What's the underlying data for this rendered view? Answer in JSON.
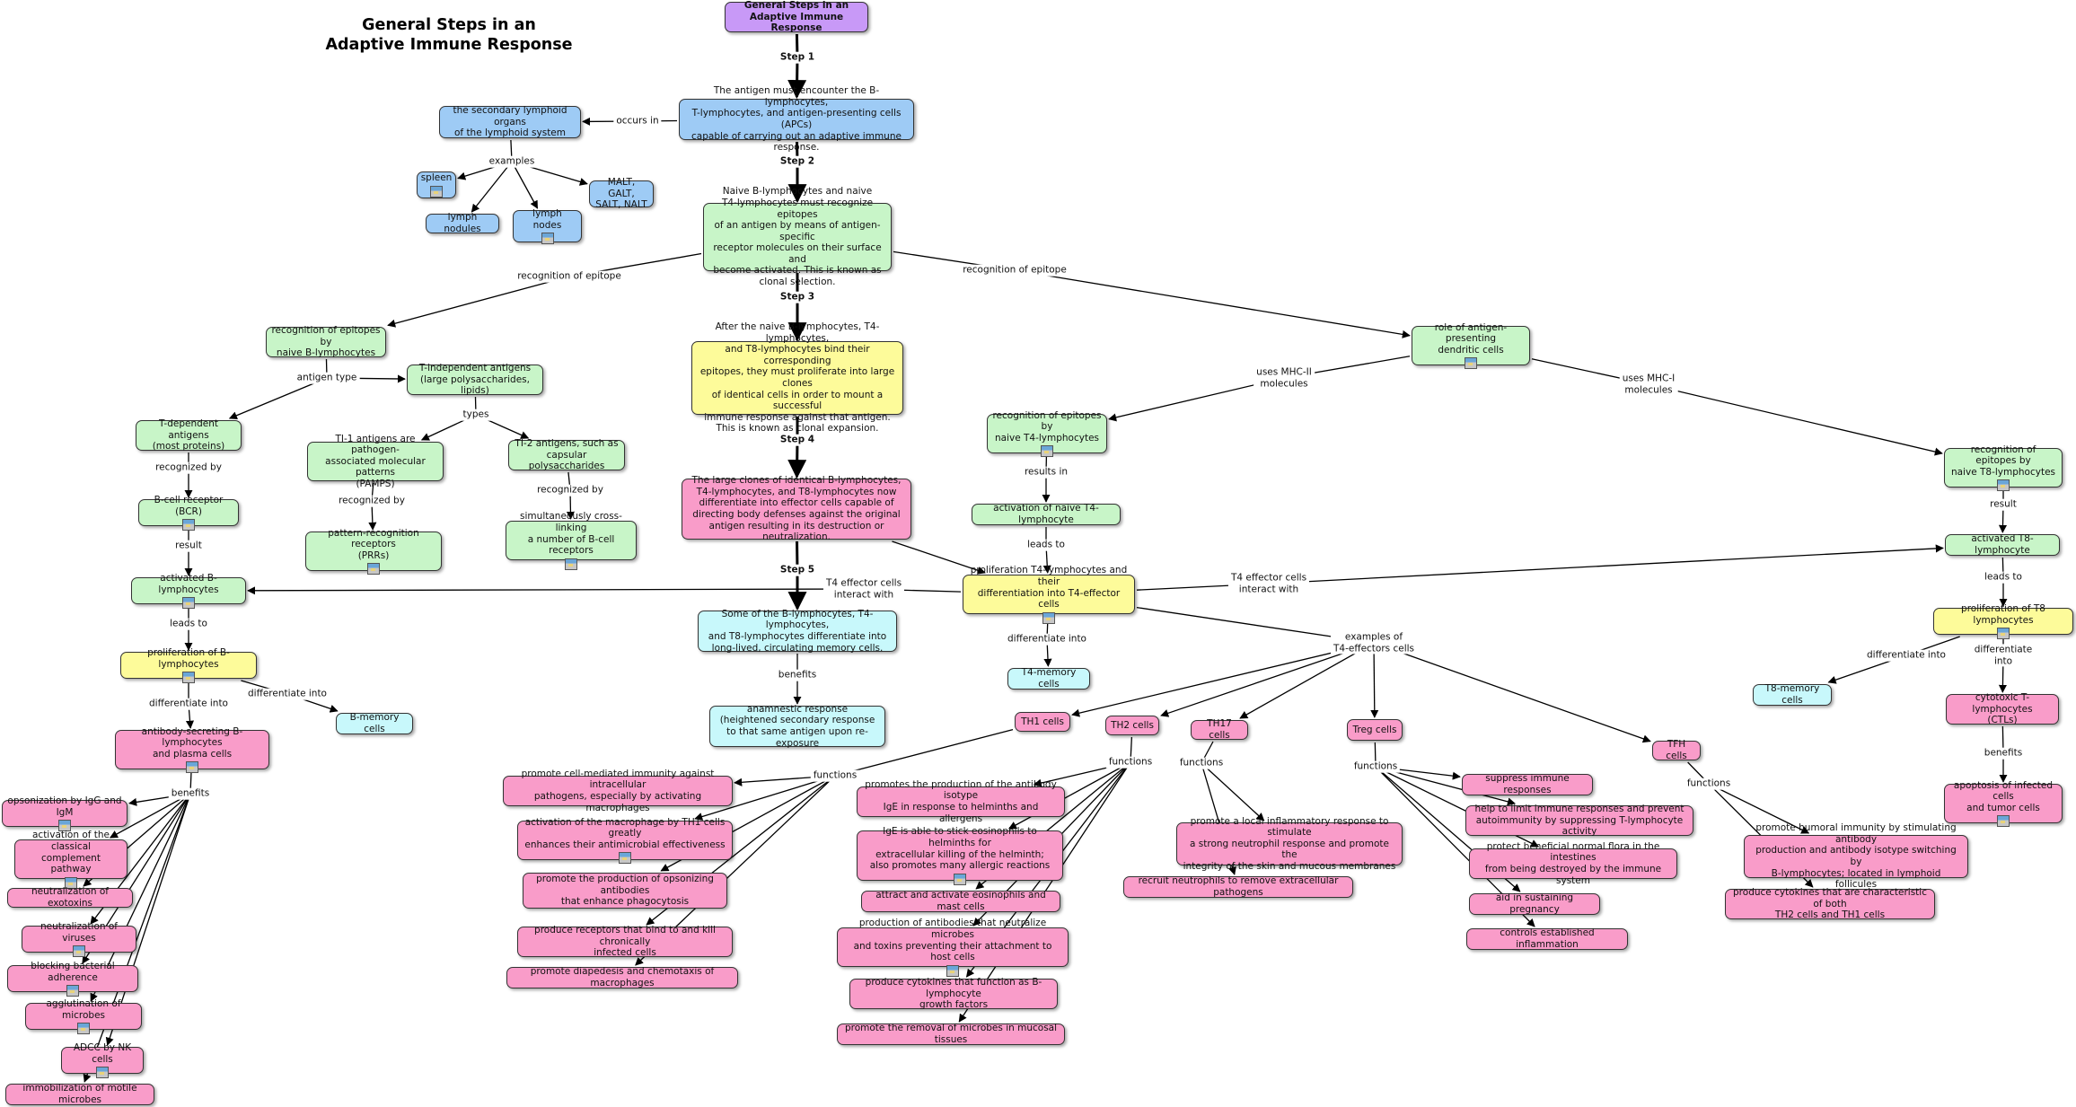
{
  "title": "General Steps in an\nAdaptive Immune Response",
  "colors": {
    "blue": "#9ecbf5",
    "green": "#c8f5c8",
    "yellow": "#fdfb9a",
    "pink": "#f99cc9",
    "cyan": "#c8f8fb",
    "purple": "#c899f7",
    "line": "#000000"
  },
  "nodes": [
    {
      "id": "root",
      "text": "General Steps in an\nAdaptive Immune Response",
      "color": "purple",
      "bold": true
    },
    {
      "id": "step1",
      "text": "The antigen must encounter the B-lymphocytes,\nT-lymphocytes, and antigen-presenting cells (APCs)\ncapable of carrying out an adaptive immune response.",
      "color": "blue"
    },
    {
      "id": "lymphoid",
      "text": "the secondary lymphoid organs\nof the lymphoid system",
      "color": "blue"
    },
    {
      "id": "spleen",
      "text": "spleen",
      "color": "blue",
      "icon": true
    },
    {
      "id": "nodules",
      "text": "lymph nodules",
      "color": "blue"
    },
    {
      "id": "lnodes",
      "text": "lymph nodes",
      "color": "blue",
      "icon": true
    },
    {
      "id": "malt",
      "text": "MALT, GALT,\nSALT, NALT",
      "color": "blue"
    },
    {
      "id": "step2",
      "text": "Naive B-lymphocytes and naive\nT4-lymphocytes must recognize epitopes\nof an antigen by means of antigen-specific\nreceptor molecules on their surface and\nbecome activated. This is known as\nclonal selection.",
      "color": "green"
    },
    {
      "id": "recogB",
      "text": "recognition of epitopes by\nnaive B-lymphocytes",
      "color": "green"
    },
    {
      "id": "tindep",
      "text": "T-independent antigens\n(large polysaccharides, lipids)",
      "color": "green"
    },
    {
      "id": "tdep",
      "text": "T-dependent antigens\n(most proteins)",
      "color": "green"
    },
    {
      "id": "ti1",
      "text": "TI-1 antigens are pathogen-\nassociated molecular patterns\n(PAMPS)",
      "color": "green"
    },
    {
      "id": "ti2",
      "text": "TI-2 antigens, such as\ncapsular polysaccharides",
      "color": "green"
    },
    {
      "id": "bcr",
      "text": "B-cell receptor (BCR)",
      "color": "green",
      "icon": true
    },
    {
      "id": "prr",
      "text": "pattern-recognition receptors\n(PRRs)",
      "color": "green",
      "icon": true
    },
    {
      "id": "xlink",
      "text": "simultaneously cross-linking\na number of B-cell receptors",
      "color": "green",
      "icon": true
    },
    {
      "id": "actB",
      "text": "activated B-lymphocytes",
      "color": "green",
      "icon": true
    },
    {
      "id": "prolB",
      "text": "proliferation of B-lymphocytes",
      "color": "yellow",
      "icon": true
    },
    {
      "id": "bmem",
      "text": "B-memory cells",
      "color": "cyan"
    },
    {
      "id": "plasma",
      "text": "antibody-secreting B-lymphocytes\nand plasma cells",
      "color": "pink",
      "icon": true
    },
    {
      "id": "b1",
      "text": "opsonization by IgG and IgM",
      "color": "pink",
      "icon": true
    },
    {
      "id": "b2",
      "text": "activation of the classical\ncomplement pathway",
      "color": "pink",
      "icon": true
    },
    {
      "id": "b3",
      "text": "neutralization of exotoxins",
      "color": "pink"
    },
    {
      "id": "b4",
      "text": "neutralization of viruses",
      "color": "pink",
      "icon": true
    },
    {
      "id": "b5",
      "text": "blocking bacterial adherence",
      "color": "pink",
      "icon": true
    },
    {
      "id": "b6",
      "text": "agglutination of microbes",
      "color": "pink",
      "icon": true
    },
    {
      "id": "b7",
      "text": "ADCC by NK cells",
      "color": "pink",
      "icon": true
    },
    {
      "id": "b8",
      "text": "immobilization of motile microbes",
      "color": "pink"
    },
    {
      "id": "step3",
      "text": "After the naive B-lymphocytes, T4-lymphocytes,\nand T8-lymphocytes bind their corresponding\nepitopes, they must proliferate into large clones\nof identical cells in order to mount a successful\nimmune response against that antigen.\nThis is known as clonal expansion.",
      "color": "yellow"
    },
    {
      "id": "step4",
      "text": "The large clones of identical B-lymphocytes,\nT4-lymphocytes, and T8-lymphocytes now\ndifferentiate into effector cells capable of\ndirecting body defenses against the original\nantigen resulting in its destruction or neutralization.",
      "color": "pink"
    },
    {
      "id": "step5",
      "text": "Some of the B-lymphocytes, T4-lymphocytes,\nand T8-lymphocytes differentiate into\nlong-lived, circulating memory cells.",
      "color": "cyan"
    },
    {
      "id": "anam",
      "text": "anamnestic response\n(heightened secondary response\nto that same antigen upon re-exposure",
      "color": "cyan"
    },
    {
      "id": "apc",
      "text": "role of antigen-presenting\ndendritic cells",
      "color": "green",
      "icon": true
    },
    {
      "id": "recogT4",
      "text": "recognition of epitopes by\nnaive T4-lymphocytes",
      "color": "green",
      "icon": true
    },
    {
      "id": "actT4",
      "text": "activation of naive T4-lymphocyte",
      "color": "green"
    },
    {
      "id": "prolT4",
      "text": "proliferation T4-lymphocytes and their\ndifferentiation into T4-effector cells",
      "color": "yellow",
      "icon": true
    },
    {
      "id": "t4mem",
      "text": "T4-memory cells",
      "color": "cyan"
    },
    {
      "id": "recogT8",
      "text": "recognition of epitopes by\nnaive T8-lymphocytes",
      "color": "green",
      "icon": true
    },
    {
      "id": "actT8",
      "text": "activated T8-lymphocyte",
      "color": "green"
    },
    {
      "id": "prolT8",
      "text": "proliferation of T8 lymphocytes",
      "color": "yellow",
      "icon": true
    },
    {
      "id": "t8mem",
      "text": "T8-memory cells",
      "color": "cyan"
    },
    {
      "id": "ctl",
      "text": "cytotoxic T-lymphocytes\n(CTLs)",
      "color": "pink"
    },
    {
      "id": "apop",
      "text": "apoptosis of infected cells\nand tumor cells",
      "color": "pink",
      "icon": true
    },
    {
      "id": "th1",
      "text": "TH1 cells",
      "color": "pink"
    },
    {
      "id": "th2",
      "text": "TH2 cells",
      "color": "pink"
    },
    {
      "id": "th17",
      "text": "TH17 cells",
      "color": "pink"
    },
    {
      "id": "treg",
      "text": "Treg cells",
      "color": "pink"
    },
    {
      "id": "tfh",
      "text": "TFH cells",
      "color": "pink"
    },
    {
      "id": "th1a",
      "text": "promote cell-mediated immunity against intracellular\npathogens, especially by activating macrophages",
      "color": "pink"
    },
    {
      "id": "th1b",
      "text": "activation of the macrophage by TH1 cells greatly\nenhances their antimicrobial effectiveness",
      "color": "pink",
      "icon": true
    },
    {
      "id": "th1c",
      "text": "promote the production of opsonizing antibodies\nthat enhance phagocytosis",
      "color": "pink"
    },
    {
      "id": "th1d",
      "text": "produce receptors that bind to and kill chronically\ninfected cells",
      "color": "pink"
    },
    {
      "id": "th1e",
      "text": "promote diapedesis and chemotaxis of macrophages",
      "color": "pink"
    },
    {
      "id": "th2a",
      "text": "promotes the production of the antibody isotype\nIgE in response to helminths and allergens",
      "color": "pink"
    },
    {
      "id": "th2b",
      "text": "IgE is able to stick eosinophils to helminths for\nextracellular killing of the helminth;\nalso promotes many allergic reactions",
      "color": "pink",
      "icon": true
    },
    {
      "id": "th2c",
      "text": "attract and activate eosinophils and mast cells",
      "color": "pink"
    },
    {
      "id": "th2d",
      "text": "production of antibodies that neutralize microbes\nand toxins preventing their attachment to host cells",
      "color": "pink",
      "icon": true
    },
    {
      "id": "th2e",
      "text": "produce cytokines that function as B-lymphocyte\ngrowth factors",
      "color": "pink"
    },
    {
      "id": "th2f",
      "text": "promote the removal of microbes in mucosal tissues",
      "color": "pink"
    },
    {
      "id": "th17a",
      "text": "promote a local inflammatory response to stimulate\na strong neutrophil response and promote the\nintegrity of the skin and mucous membranes",
      "color": "pink"
    },
    {
      "id": "th17b",
      "text": "recruit neutrophils to remove extracellular pathogens",
      "color": "pink"
    },
    {
      "id": "treg1",
      "text": "suppress immune responses",
      "color": "pink"
    },
    {
      "id": "treg2",
      "text": "help to limit immune responses and prevent\nautoimmunity by suppressing T-lymphocyte activity",
      "color": "pink"
    },
    {
      "id": "treg3",
      "text": "protect beneficial normal flora in the intestines\nfrom being destroyed by the immune system",
      "color": "pink"
    },
    {
      "id": "treg4",
      "text": "aid in sustaining pregnancy",
      "color": "pink"
    },
    {
      "id": "treg5",
      "text": "controls established inflammation",
      "color": "pink"
    },
    {
      "id": "tfh1",
      "text": "promote humoral immunity by stimulating antibody\nproduction and antibody isotype switching by\nB-lymphocytes; located in lymphoid follicules",
      "color": "pink"
    },
    {
      "id": "tfh2",
      "text": "produce cytokines that are characteristic of both\nTH2 cells and TH1 cells",
      "color": "pink"
    }
  ],
  "linking_phrases": [
    {
      "id": "l_step1",
      "text": "Step 1",
      "bold": true
    },
    {
      "id": "l_step2",
      "text": "Step 2",
      "bold": true
    },
    {
      "id": "l_step3",
      "text": "Step 3",
      "bold": true
    },
    {
      "id": "l_step4",
      "text": "Step 4",
      "bold": true
    },
    {
      "id": "l_step5",
      "text": "Step 5",
      "bold": true
    },
    {
      "id": "l_occurs",
      "text": "occurs in"
    },
    {
      "id": "l_examples",
      "text": "examples"
    },
    {
      "id": "l_recogL",
      "text": "recognition of epitope"
    },
    {
      "id": "l_recogR",
      "text": "recognition of epitope"
    },
    {
      "id": "l_agtype",
      "text": "antigen type"
    },
    {
      "id": "l_types",
      "text": "types"
    },
    {
      "id": "l_recby1",
      "text": "recognized by"
    },
    {
      "id": "l_recby2",
      "text": "recognized by"
    },
    {
      "id": "l_recby3",
      "text": "recognized by"
    },
    {
      "id": "l_resultB",
      "text": "result"
    },
    {
      "id": "l_leadsB",
      "text": "leads to"
    },
    {
      "id": "l_diffB1",
      "text": "differentiate into"
    },
    {
      "id": "l_diffB2",
      "text": "differentiate into"
    },
    {
      "id": "l_benB",
      "text": "benefits"
    },
    {
      "id": "l_t4int1",
      "text": "T4 effector cells\ninteract with"
    },
    {
      "id": "l_t4int2",
      "text": "T4 effector cells\ninteract with"
    },
    {
      "id": "l_mhc2",
      "text": "uses MHC-II\nmolecules"
    },
    {
      "id": "l_mhc1",
      "text": "uses MHC-I\nmolecules"
    },
    {
      "id": "l_resin",
      "text": "results in"
    },
    {
      "id": "l_leadsT4",
      "text": "leads to"
    },
    {
      "id": "l_diffT4",
      "text": "differentiate into"
    },
    {
      "id": "l_exT4",
      "text": "examples of\nT4-effectors cells"
    },
    {
      "id": "l_benMem",
      "text": "benefits"
    },
    {
      "id": "l_resT8",
      "text": "result"
    },
    {
      "id": "l_leadsT8",
      "text": "leads to"
    },
    {
      "id": "l_diffT8a",
      "text": "differentiate into"
    },
    {
      "id": "l_diffT8b",
      "text": "differentiate into"
    },
    {
      "id": "l_benCTL",
      "text": "benefits"
    },
    {
      "id": "l_fTH1",
      "text": "functions"
    },
    {
      "id": "l_fTH2",
      "text": "functions"
    },
    {
      "id": "l_fTH17",
      "text": "functions"
    },
    {
      "id": "l_fTreg",
      "text": "functions"
    },
    {
      "id": "l_fTFH",
      "text": "functions"
    }
  ]
}
